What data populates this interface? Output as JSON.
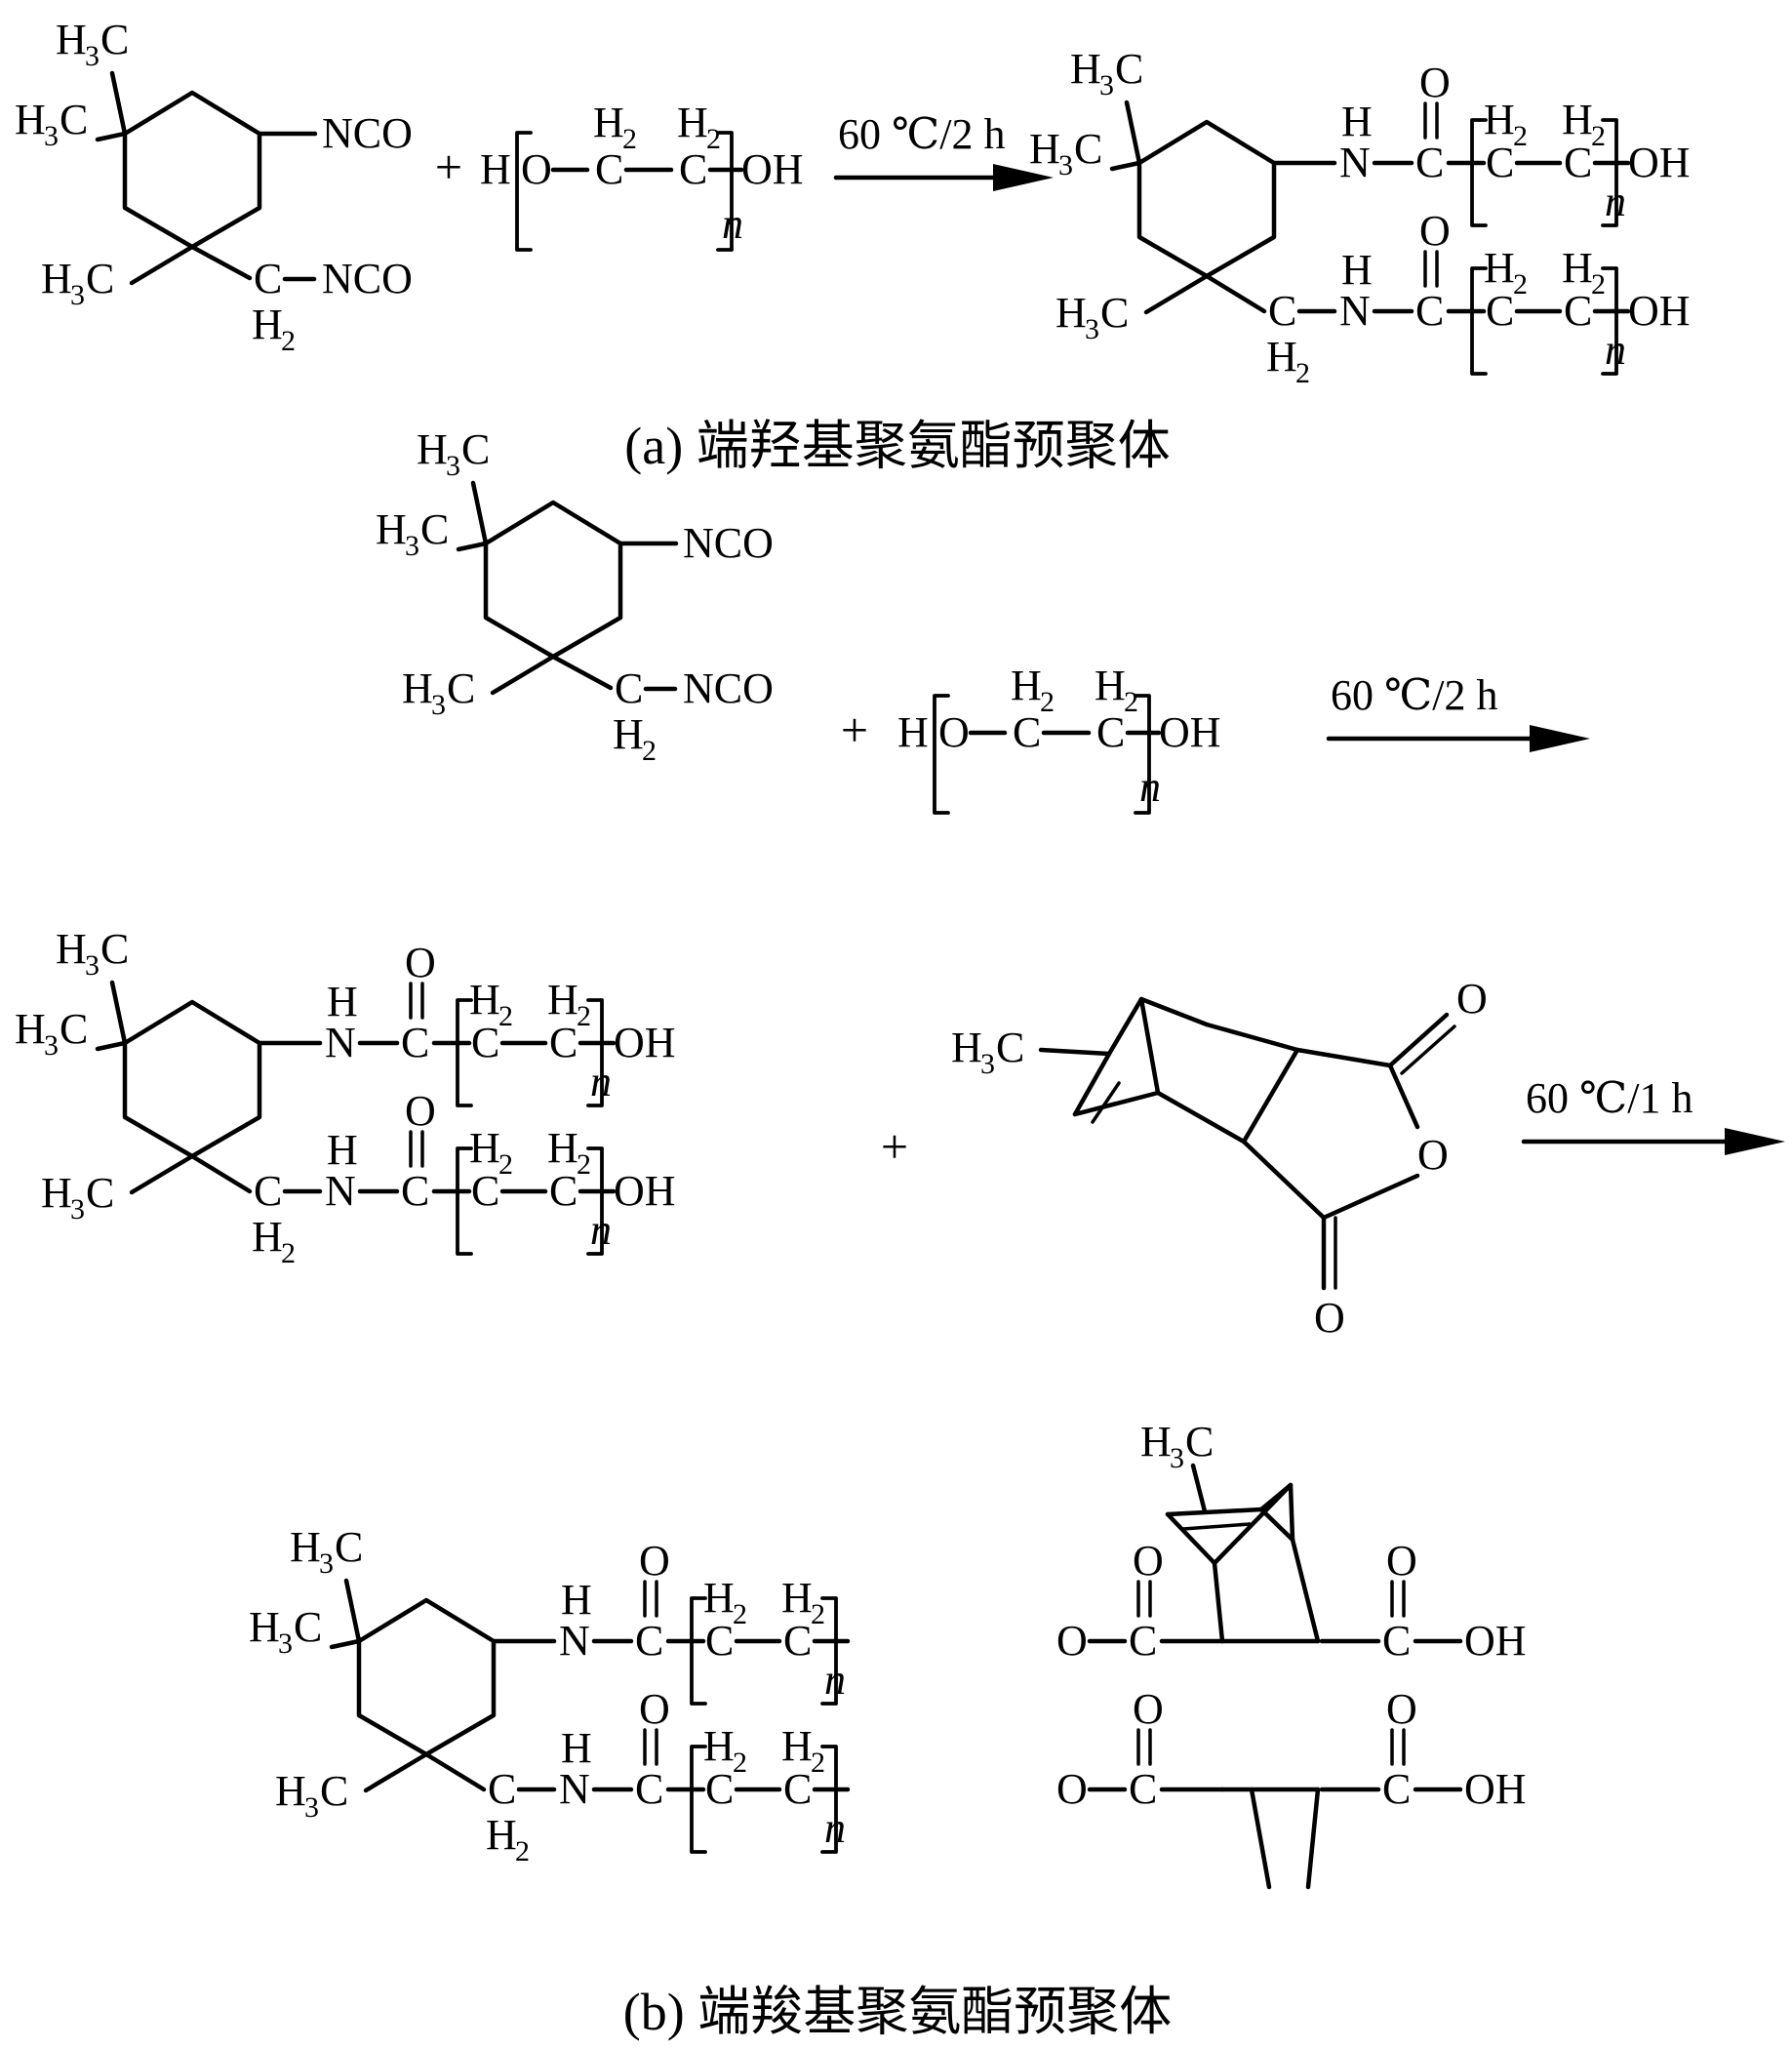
{
  "labels": {
    "h3c": "H3C",
    "h2": "H2",
    "h": "H",
    "c": "C",
    "n": "N",
    "o": "O",
    "oh": "OH",
    "ho": "HO",
    "nco": "NCO",
    "n_repeat": "n",
    "plus": "+"
  },
  "conditions": {
    "step_a": "60 ℃/2 h",
    "step_b1": "60 ℃/2 h",
    "step_b2": "60 ℃/1 h"
  },
  "captions": {
    "a": "(a) 端羟基聚氨酯预聚体",
    "b": "(b) 端羧基聚氨酯预聚体"
  }
}
